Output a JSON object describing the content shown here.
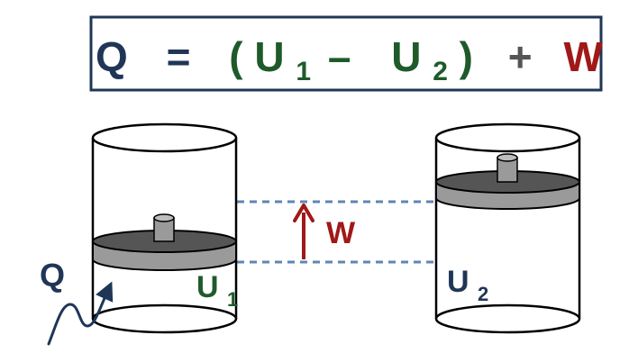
{
  "equation": {
    "q": "Q",
    "equals": "=",
    "open_paren": "(",
    "u": "U",
    "sub1": "1",
    "minus": "–",
    "sub2": "2",
    "close_paren": ")",
    "plus": "+",
    "w": "W"
  },
  "labels": {
    "work": "W",
    "heat": "Q",
    "state1_u": "U",
    "state1_sub": "1",
    "state2_u": "U",
    "state2_sub": "2"
  },
  "colors": {
    "navy": "#1f3656",
    "green": "#1f5a2a",
    "red": "#a01818",
    "gray": "#555555",
    "dash": "#5f86b4"
  },
  "icons": {
    "work_arrow": "arrow-up-icon",
    "heat_arrow": "wavy-arrow-icon"
  }
}
